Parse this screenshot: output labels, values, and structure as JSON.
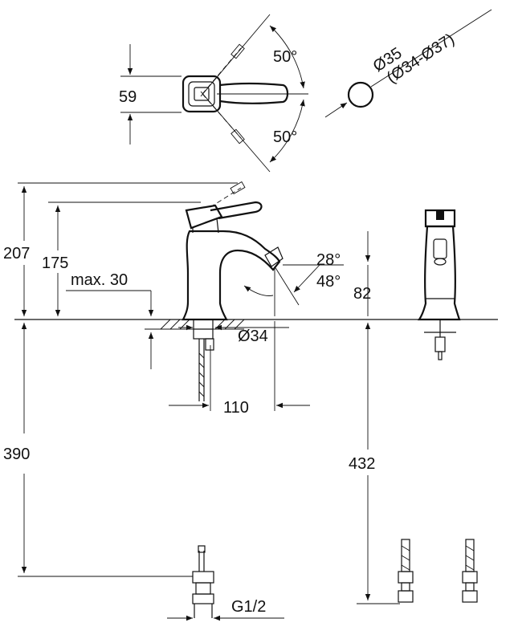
{
  "labels": {
    "top_height": "59",
    "swivel_angle_upper": "50°",
    "swivel_angle_lower": "50°",
    "hole_diameter": "Ø35",
    "hole_diameter_range": "(Ø34-Ø37)",
    "total_height": "207",
    "spout_height": "175",
    "max_thickness": "max. 30",
    "jet_angle_min": "28°",
    "jet_angle_max": "48°",
    "base_diameter": "Ø34",
    "spout_reach": "110",
    "side_height": "82",
    "hose_length_front": "390",
    "hose_length_side": "432",
    "thread": "G1/2"
  }
}
